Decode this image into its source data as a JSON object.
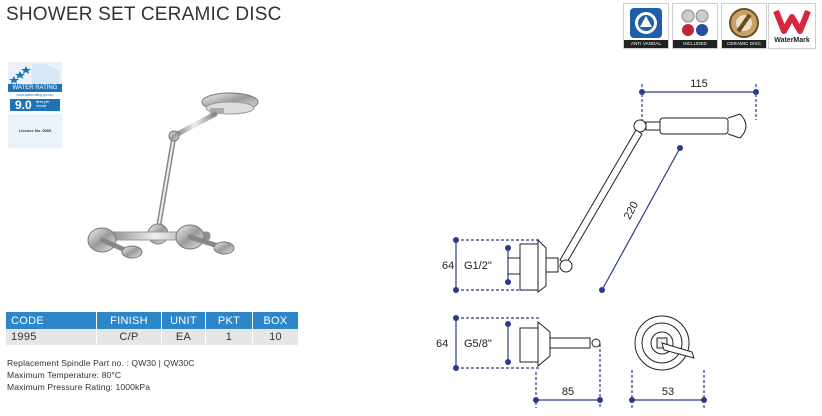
{
  "title": "SHOWER SET CERAMIC DISC",
  "badges": [
    {
      "caption": "ANTI VANDAL",
      "icon": "anti-vandal-icon"
    },
    {
      "caption": "INCLUDED",
      "icon": "handles-included-icon"
    },
    {
      "caption": "CERAMIC DISC",
      "icon": "ceramic-disc-icon"
    }
  ],
  "watermark": {
    "label": "WaterMark",
    "icon": "watermark-logo-icon"
  },
  "water_rating": {
    "band": "WATER RATING",
    "url": "www.waterrating.gov.au",
    "value": "9.0",
    "unit": "litres per minute",
    "licence": "Licence No. 0000",
    "colors": {
      "primary": "#1f73b7"
    }
  },
  "spec_table": {
    "headers": [
      "CODE",
      "FINISH",
      "UNIT",
      "PKT",
      "BOX"
    ],
    "row": [
      "1995",
      "C/P",
      "EA",
      "1",
      "10"
    ],
    "header_color": "#2c86c9"
  },
  "notes": {
    "spindle": "Replacement Spindle Part no. : QW30 | QW30C",
    "temperature": "Maximum Temperature: 80°C",
    "pressure": "Maximum Pressure Rating: 1000kPa"
  },
  "dimensions": {
    "head_width": "115",
    "arm_length": "220",
    "inlet_height_1": "64",
    "thread_1": "G1/2\"",
    "inlet_height_2": "64",
    "thread_2": "G5/8\"",
    "valve_depth": "85",
    "flange_width": "53",
    "line_color": "#2d3a8c"
  }
}
